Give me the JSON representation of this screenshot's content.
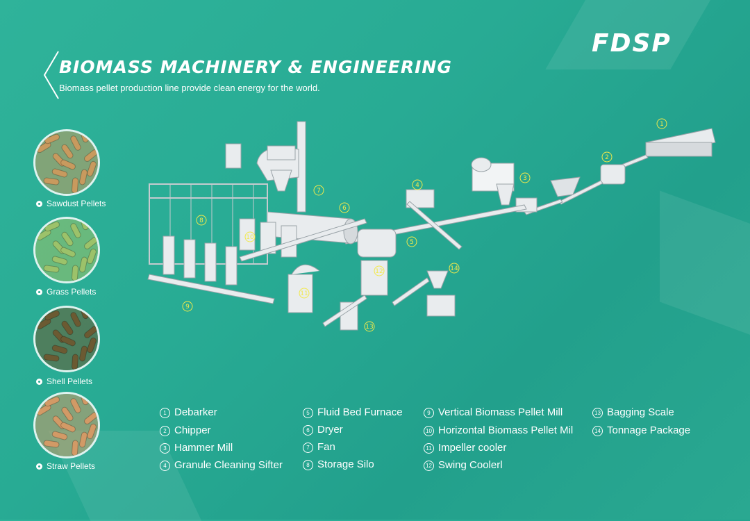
{
  "logo": "FDSP",
  "title": "BIOMASS MACHINERY & ENGINEERING",
  "subtitle": "Biomass pellet production line provide clean energy for the world.",
  "pellets": [
    {
      "label": "Sawdust Pellets",
      "color": "#c89a5e"
    },
    {
      "label": "Grass Pellets",
      "color": "#9cc26a"
    },
    {
      "label": "Shell Pellets",
      "color": "#6b5a32"
    },
    {
      "label": "Straw Pellets",
      "color": "#d29a66"
    }
  ],
  "callouts": [
    "1",
    "2",
    "3",
    "4",
    "5",
    "6",
    "7",
    "8",
    "9",
    "10",
    "11",
    "12",
    "13",
    "14"
  ],
  "legend": [
    {
      "num": "1",
      "label": "Debarker"
    },
    {
      "num": "2",
      "label": "Chipper"
    },
    {
      "num": "3",
      "label": "Hammer Mill"
    },
    {
      "num": "4",
      "label": "Granule Cleaning Sifter"
    },
    {
      "num": "5",
      "label": "Fluid Bed Furnace"
    },
    {
      "num": "6",
      "label": "Dryer"
    },
    {
      "num": "7",
      "label": "Fan"
    },
    {
      "num": "8",
      "label": "Storage Silo"
    },
    {
      "num": "9",
      "label": "Vertical Biomass Pellet Mill"
    },
    {
      "num": "10",
      "label": "Horizontal Biomass Pellet Mil"
    },
    {
      "num": "11",
      "label": "Impeller cooler"
    },
    {
      "num": "12",
      "label": "Swing Coolerl"
    },
    {
      "num": "13",
      "label": "Bagging Scale"
    },
    {
      "num": "14",
      "label": "Tonnage Package"
    }
  ],
  "colors": {
    "background": "#2aa891",
    "callout": "#f2e94a",
    "machine": "#e9ecee"
  }
}
